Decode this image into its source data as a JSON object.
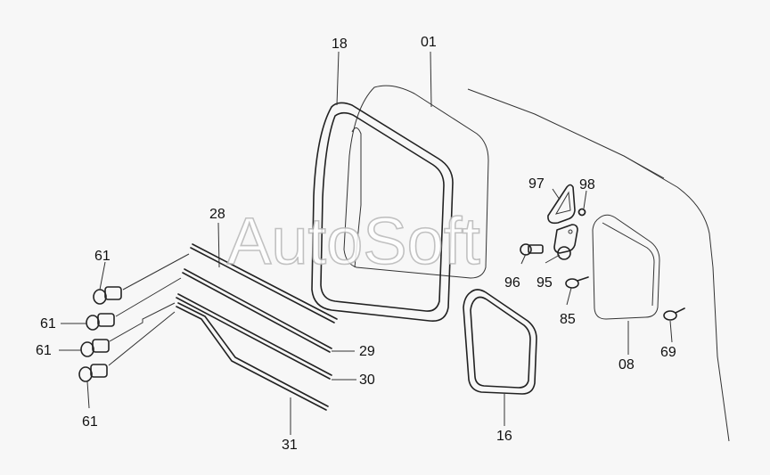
{
  "watermark": "AutoSoft",
  "callouts": {
    "p01": "01",
    "p18": "18",
    "p28": "28",
    "p97": "97",
    "p98": "98",
    "p96": "96",
    "p95": "95",
    "p85": "85",
    "p61a": "61",
    "p61b": "61",
    "p61c": "61",
    "p61d": "61",
    "p29": "29",
    "p30": "30",
    "p31": "31",
    "p16": "16",
    "p08": "08",
    "p69": "69"
  }
}
